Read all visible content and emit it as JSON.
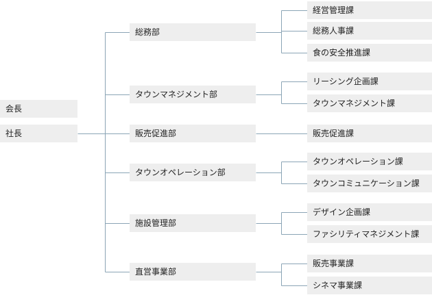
{
  "line_color": "#8aa4b5",
  "box_color": "#eeeeee",
  "executives": [
    {
      "label": "会長"
    },
    {
      "label": "社長"
    }
  ],
  "departments": [
    {
      "label": "総務部",
      "sections": [
        {
          "label": "経営管理課"
        },
        {
          "label": "総務人事課"
        },
        {
          "label": "食の安全推進課"
        }
      ]
    },
    {
      "label": "タウンマネジメント部",
      "sections": [
        {
          "label": "リーシング企画課"
        },
        {
          "label": "タウンマネジメント課"
        }
      ]
    },
    {
      "label": "販売促進部",
      "sections": [
        {
          "label": "販売促進課"
        }
      ]
    },
    {
      "label": "タウンオペレーション部",
      "sections": [
        {
          "label": "タウンオペレーション課"
        },
        {
          "label": "タウンコミュニケーション課"
        }
      ]
    },
    {
      "label": "施設管理部",
      "sections": [
        {
          "label": "デザイン企画課"
        },
        {
          "label": "ファシリティマネジメント課"
        }
      ]
    },
    {
      "label": "直営事業部",
      "sections": [
        {
          "label": "販売事業課"
        },
        {
          "label": "シネマ事業課"
        }
      ]
    }
  ]
}
